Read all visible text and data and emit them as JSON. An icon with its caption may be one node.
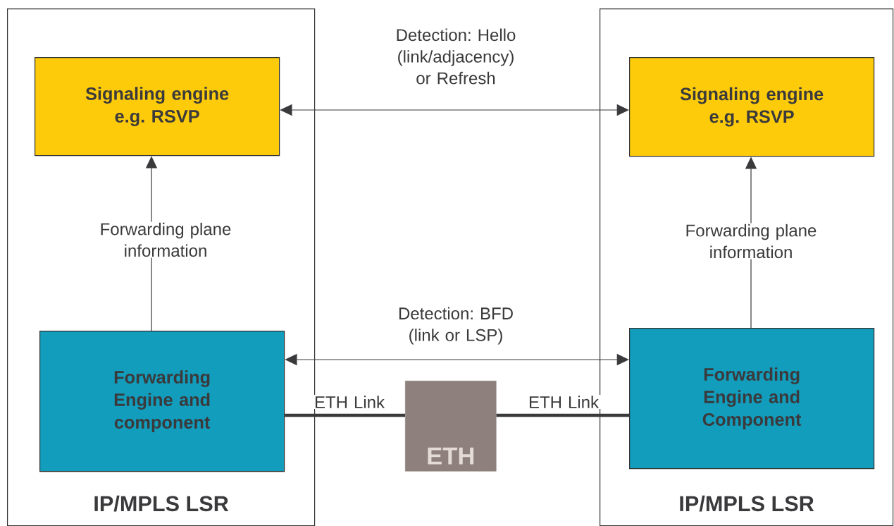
{
  "diagram": {
    "nodes": [
      {
        "text": [
          "IP/MPLS LSR"
        ]
      },
      {
        "text": [
          "Signaling engine e.g. RSVP"
        ],
        "in": 0
      },
      {
        "text": [
          "Forwarding Engine and component"
        ],
        "in": 0
      },
      {
        "text": [
          "IP/MPLS LSR"
        ]
      },
      {
        "text": [
          "Signaling engine e.g. RSVP"
        ],
        "in": 3
      },
      {
        "text": [
          "Forwarding Engine and Component"
        ],
        "in": 3
      },
      {
        "text": [
          "ETH"
        ]
      }
    ],
    "edges": [
      {
        "from": 2,
        "to": 1,
        "arrow": "to",
        "label": "Forwarding plane information"
      },
      {
        "from": 5,
        "to": 4,
        "arrow": "to",
        "label": "Forwarding plane information"
      },
      {
        "from": 1,
        "to": 4,
        "arrow": "both",
        "label": "Detection: Hello (link/adjacency) or Refresh"
      },
      {
        "from": 2,
        "to": 5,
        "arrow": "both",
        "label": "Detection: BFD (link or LSP)"
      },
      {
        "from": 2,
        "to": 6,
        "arrow": "none",
        "style": "thick",
        "label": "ETH Link"
      },
      {
        "from": 6,
        "to": 5,
        "arrow": "none",
        "style": "thick",
        "label": "ETH Link"
      }
    ]
  }
}
